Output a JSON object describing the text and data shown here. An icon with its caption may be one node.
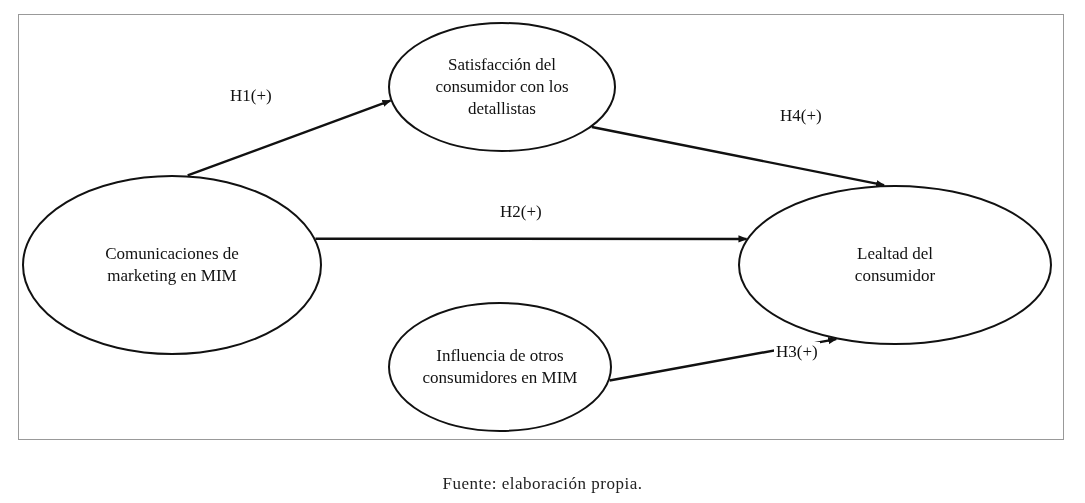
{
  "diagram": {
    "caption": "Fuente: elaboración propia.",
    "nodes": [
      {
        "text": [
          "Comunicaciones de marketing en MIM"
        ]
      },
      {
        "text": [
          "Satisfacción del consumidor con los detallistas"
        ]
      },
      {
        "text": [
          "Lealtad del consumidor"
        ]
      },
      {
        "text": [
          "Influencia de otros consumidores en MIM"
        ]
      }
    ],
    "edges": [
      {
        "from": 0,
        "to": 1,
        "arrow": "to",
        "label": "H1(+)"
      },
      {
        "from": 0,
        "to": 2,
        "arrow": "to",
        "label": "H2(+)"
      },
      {
        "from": 3,
        "to": 2,
        "arrow": "to",
        "label": "H3(+)"
      },
      {
        "from": 1,
        "to": 2,
        "arrow": "to",
        "label": "H4(+)"
      }
    ]
  }
}
